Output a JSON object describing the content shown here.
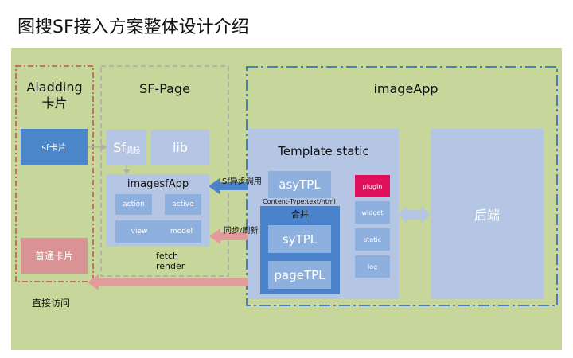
{
  "title": "图搜SF接入方案整体设计介绍",
  "aladdin": {
    "title_line1": "Aladding",
    "title_line2": "卡片",
    "sf_card": "sf卡片",
    "normal_card": "普通卡片"
  },
  "sfpage": {
    "title": "SF-Page",
    "sf_main": "Sf",
    "sf_sub": "调起",
    "lib": "lib",
    "imagesfapp": {
      "title": "imagesfApp",
      "action": "action",
      "active": "active",
      "view": "view",
      "model": "model"
    },
    "fetch": "fetch",
    "render": "render"
  },
  "imageapp": {
    "title": "imageApp",
    "template_static": "Template static",
    "asytpl": "asyTPL",
    "content_type": "Content-Type:text/html",
    "merge": "合并",
    "sytpl": "syTPL",
    "pagetpl": "pageTPL",
    "plugin": "plugin",
    "widget": "widget",
    "static": "static",
    "log": "log",
    "backend": "后端"
  },
  "arrows": {
    "sf_async": "Sf异步调用",
    "sync_refresh": "同步/刷新",
    "direct_access": "直接访问"
  },
  "colors": {
    "background": "#c7d79b",
    "aladdin_border": "#c0504d",
    "sfpage_border": "#a9a9b0",
    "imageapp_border": "#4a7ebb",
    "sf_card": "#4a86c8",
    "normal_card": "#d99394",
    "panel": "#b4c6e4",
    "inner_box": "#8eb0df",
    "merge_box": "#4a82cc",
    "plugin": "#e0105a",
    "blue_arrow": "#4a82cc",
    "pink_arrow": "#e39a9a",
    "gray_arrow": "#b0b0b0"
  }
}
